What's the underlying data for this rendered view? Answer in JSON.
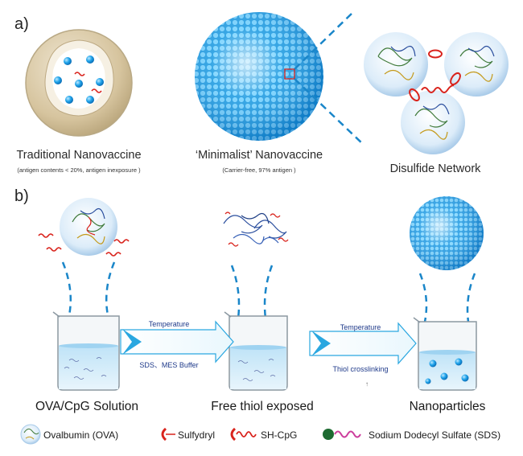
{
  "panel_a": {
    "label": "a)",
    "traditional": {
      "title": "Traditional Nanovaccine",
      "subtitle": "(antigen contents < 20%, antigen inexposure )"
    },
    "minimalist": {
      "title": "‘Minimalist’ Nanovaccine",
      "subtitle": "(Carrier-free, 97% antigen )"
    },
    "network": {
      "title": "Disulfide Network"
    }
  },
  "panel_b": {
    "label": "b)",
    "step1": {
      "caption": "OVA/CpG Solution"
    },
    "arrow1": {
      "top": "Temperature",
      "bottom": "SDS、MES Buffer"
    },
    "step2": {
      "caption": "Free thiol exposed"
    },
    "arrow2": {
      "top": "Temperature",
      "bottom": "Thiol crosslinking",
      "mark": "↑"
    },
    "step3": {
      "caption": "Nanoparticles"
    }
  },
  "legend": {
    "ova": "Ovalbumin (OVA)",
    "sulfydryl": "Sulfydryl",
    "shcpg": "SH-CpG",
    "sds": "Sodium Dodecyl Sulfate (SDS)"
  },
  "colors": {
    "particle_blue": "#1aa3e8",
    "dash_blue": "#1a86c9",
    "arrow_blue": "#2aa7e0",
    "shell_beige": "#d9c9a6",
    "red": "#d9231c",
    "magenta": "#cc3d9c",
    "sds_green": "#1e6b32",
    "text_navy": "#1f3a8a"
  }
}
